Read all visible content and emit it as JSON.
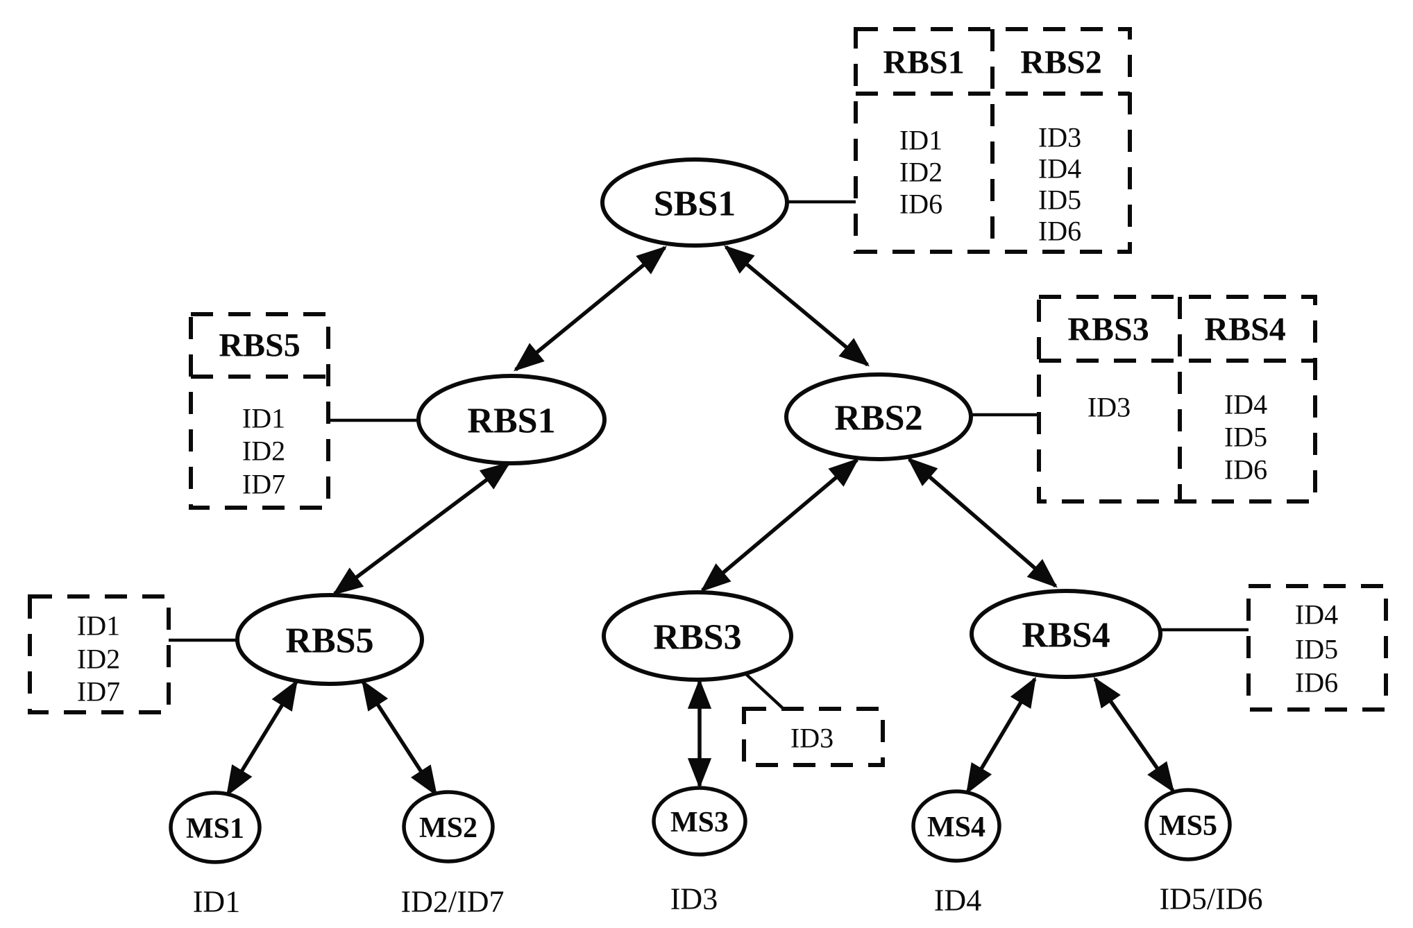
{
  "diagram": {
    "background": "#ffffff",
    "ink": "#0a0a0a",
    "nodes": {
      "sbs1": "SBS1",
      "rbs1": "RBS1",
      "rbs2": "RBS2",
      "rbs3": "RBS3",
      "rbs4": "RBS4",
      "rbs5": "RBS5",
      "ms1": "MS1",
      "ms2": "MS2",
      "ms3": "MS3",
      "ms4": "MS4",
      "ms5": "MS5"
    },
    "sbs1_table": {
      "col1": {
        "header": "RBS1",
        "rows": [
          "ID1",
          "ID2",
          "ID6"
        ]
      },
      "col2": {
        "header": "RBS2",
        "rows": [
          "ID3",
          "ID4",
          "ID5",
          "ID6"
        ]
      }
    },
    "rbs1_box": {
      "header": "RBS5",
      "rows": [
        "ID1",
        "ID2",
        "ID7"
      ]
    },
    "rbs2_table": {
      "col1": {
        "header": "RBS3",
        "rows": [
          "ID3"
        ]
      },
      "col2": {
        "header": "RBS4",
        "rows": [
          "ID4",
          "ID5",
          "ID6"
        ]
      }
    },
    "rbs5_box": {
      "rows": [
        "ID1",
        "ID2",
        "ID7"
      ]
    },
    "rbs3_box": {
      "rows": [
        "ID3"
      ]
    },
    "rbs4_box": {
      "rows": [
        "ID4",
        "ID5",
        "ID6"
      ]
    },
    "ms_ids": {
      "ms1": "ID1",
      "ms2": "ID2/ID7",
      "ms3": "ID3",
      "ms4": "ID4",
      "ms5": "ID5/ID6"
    }
  }
}
